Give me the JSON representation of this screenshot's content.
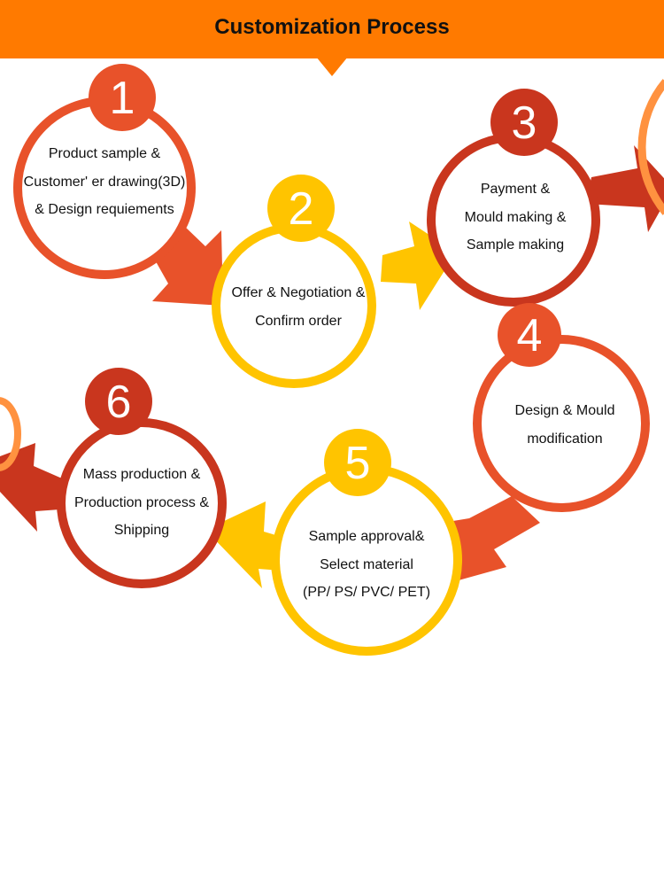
{
  "header": {
    "title": "Customization Process",
    "color": "#ff7a00"
  },
  "colors": {
    "red_orange": "#e8522a",
    "dark_red": "#c9361e",
    "yellow": "#ffc400",
    "light_orange": "#ff9240"
  },
  "steps": [
    {
      "number": "1",
      "color": "#e8522a",
      "lines": [
        "Product sample &",
        "Customer' er drawing(3D)",
        "& Design requiements"
      ]
    },
    {
      "number": "2",
      "color": "#ffc400",
      "lines": [
        "Offer & Negotiation &",
        "Confirm order"
      ]
    },
    {
      "number": "3",
      "color": "#c9361e",
      "lines": [
        "Payment &",
        "Mould making &",
        "Sample making"
      ]
    },
    {
      "number": "4",
      "color": "#e8522a",
      "lines": [
        "Design & Mould",
        "modification"
      ]
    },
    {
      "number": "5",
      "color": "#ffc400",
      "lines": [
        "Sample approval&",
        "Select material",
        "(PP/ PS/ PVC/ PET)"
      ]
    },
    {
      "number": "6",
      "color": "#c9361e",
      "lines": [
        "Mass production &",
        "Production process &",
        "Shipping"
      ]
    }
  ]
}
